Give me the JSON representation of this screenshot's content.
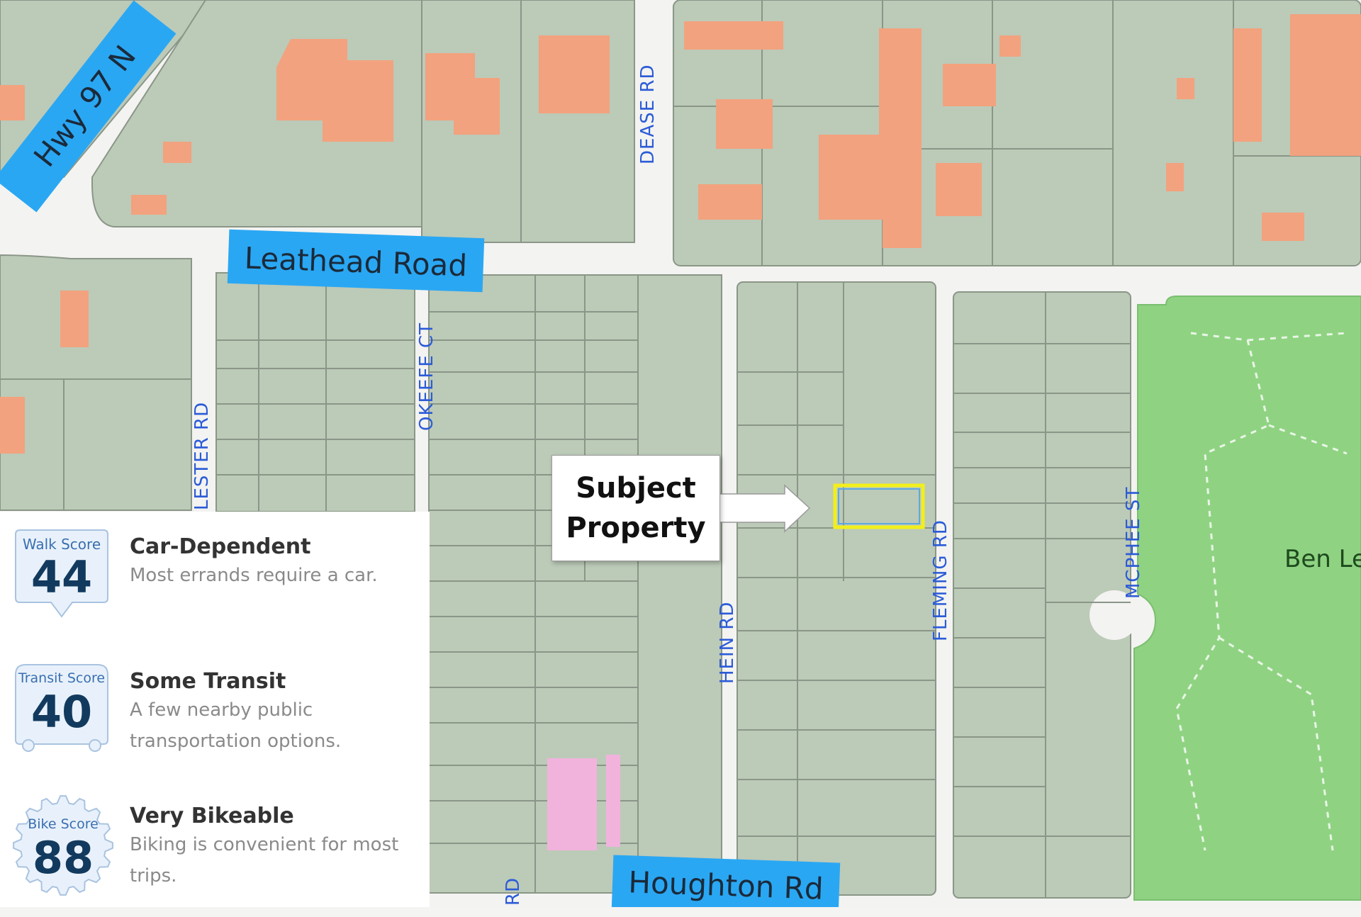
{
  "map": {
    "highway_label": "Hwy 97 N",
    "main_road_label": "Leathead Road",
    "bottom_road_label": "Houghton Rd",
    "streets": {
      "dease": "DEASE RD",
      "lester": "LESTER RD",
      "okeefe": "OKEEFE CT",
      "hein": "HEIN RD",
      "fleming": "FLEMING RD",
      "mcphee": "MCPHEE ST",
      "partial_rd": "RD"
    },
    "park_label": "Ben Le",
    "callout": {
      "line1": "Subject",
      "line2": "Property"
    },
    "colors": {
      "parcel": "#bccab8",
      "parcel_line": "#7d8a79",
      "road": "#f3f3f1",
      "building": "#f2a27e",
      "park": "#8fd382",
      "banner": "#2aa7f3",
      "subject_outline": "#f2ef1c",
      "pink_building": "#f1b3dc"
    }
  },
  "scores": [
    {
      "badge_label": "Walk Score",
      "value": "44",
      "title": "Car-Dependent",
      "desc_lines": [
        "Most errands require a car."
      ]
    },
    {
      "badge_label": "Transit Score",
      "value": "40",
      "title": "Some Transit",
      "desc_lines": [
        "A few nearby public",
        "transportation options."
      ]
    },
    {
      "badge_label": "Bike Score",
      "value": "88",
      "title": "Very Bikeable",
      "desc_lines": [
        "Biking is convenient for most",
        "trips."
      ]
    }
  ]
}
